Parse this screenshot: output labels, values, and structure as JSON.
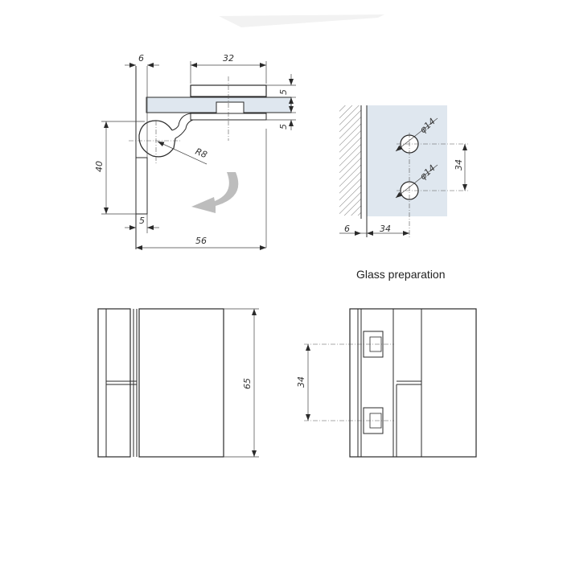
{
  "colors": {
    "glass": "#dfe7ef",
    "arrow": "#bdbdbd",
    "line": "#2a2a2a",
    "hatch": "#777777"
  },
  "dimensions": {
    "top_wall_gap": "6",
    "top_plate_width": "32",
    "top_plate_thickness_1": "5",
    "top_plate_thickness_2": "5",
    "height": "40",
    "radius": "R8",
    "bottom_gap": "5",
    "overall_width": "56",
    "hole_diameter_1": "φ14",
    "hole_diameter_2": "φ14",
    "hole_spacing": "34",
    "wall_gap": "6",
    "hole_offset": "34",
    "front_height": "65",
    "side_hole_spacing": "34"
  },
  "captions": {
    "glass_preparation": "Glass preparation"
  }
}
